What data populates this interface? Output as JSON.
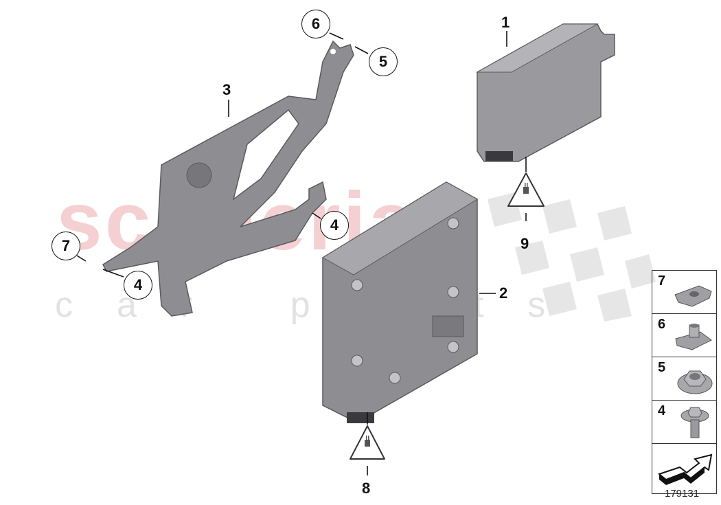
{
  "diagram": {
    "type": "exploded parts diagram",
    "watermark": {
      "main": "scuderia",
      "sub": "car parts"
    },
    "parts": [
      {
        "id": "1",
        "label": "1",
        "description": "control unit (upper right box)"
      },
      {
        "id": "2",
        "label": "2",
        "description": "control unit (large box with vents)"
      },
      {
        "id": "3",
        "label": "3",
        "description": "mounting bracket"
      },
      {
        "id": "4a",
        "label": "4",
        "description": "bolt callout at bracket right"
      },
      {
        "id": "4b",
        "label": "4",
        "description": "bolt callout at bracket left"
      },
      {
        "id": "5",
        "label": "5",
        "description": "hex nut callout"
      },
      {
        "id": "6",
        "label": "6",
        "description": "clip nut callout"
      },
      {
        "id": "7",
        "label": "7",
        "description": "spring nut callout"
      },
      {
        "id": "8",
        "label": "8",
        "description": "connector warning symbol for part 2"
      },
      {
        "id": "9",
        "label": "9",
        "description": "connector warning symbol for part 1"
      }
    ],
    "legend": [
      {
        "label": "7",
        "icon": "spring-nut-icon"
      },
      {
        "label": "6",
        "icon": "clip-nut-icon"
      },
      {
        "label": "5",
        "icon": "flange-nut-icon"
      },
      {
        "label": "4",
        "icon": "flange-bolt-icon"
      },
      {
        "label": "",
        "icon": "arrow-icon"
      }
    ],
    "diagram_code": "179131"
  }
}
